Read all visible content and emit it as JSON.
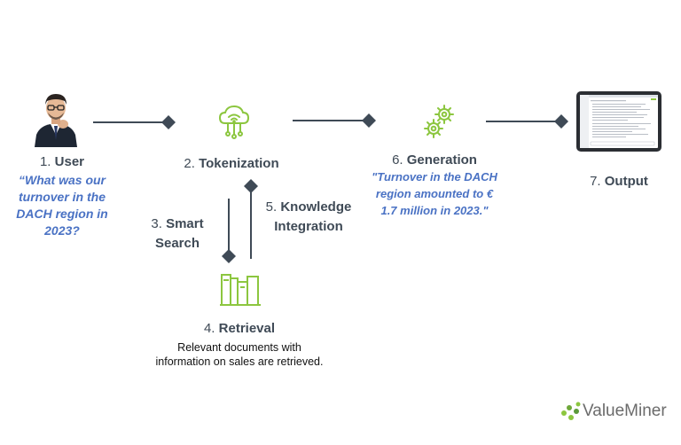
{
  "steps": [
    {
      "num": "1.",
      "title": "User",
      "quote_lines": [
        "“What was our",
        "turnover in the",
        "DACH region in",
        "2023?"
      ]
    },
    {
      "num": "2.",
      "title": "Tokenization"
    },
    {
      "num": "3.",
      "title_lines": [
        "Smart",
        "Search"
      ]
    },
    {
      "num": "4.",
      "title": "Retrieval",
      "desc_lines": [
        "Relevant documents with",
        "information on sales are retrieved."
      ]
    },
    {
      "num": "5.",
      "title_lines": [
        "Knowledge",
        "Integration"
      ]
    },
    {
      "num": "6.",
      "title": "Generation",
      "quote_lines": [
        "\"Turnover in the DACH",
        "region amounted to €",
        "1.7 million in 2023.\""
      ]
    },
    {
      "num": "7.",
      "title": "Output"
    }
  ],
  "brand": {
    "name": "ValueMiner"
  },
  "colors": {
    "icon_green": "#8cc63f",
    "arrow": "#3f4a56",
    "quote_blue": "#4a72c4"
  },
  "icons": [
    "user-photo",
    "cloud-network-icon",
    "books-icon",
    "gears-icon",
    "tablet-icon",
    "valueminer-logo"
  ]
}
